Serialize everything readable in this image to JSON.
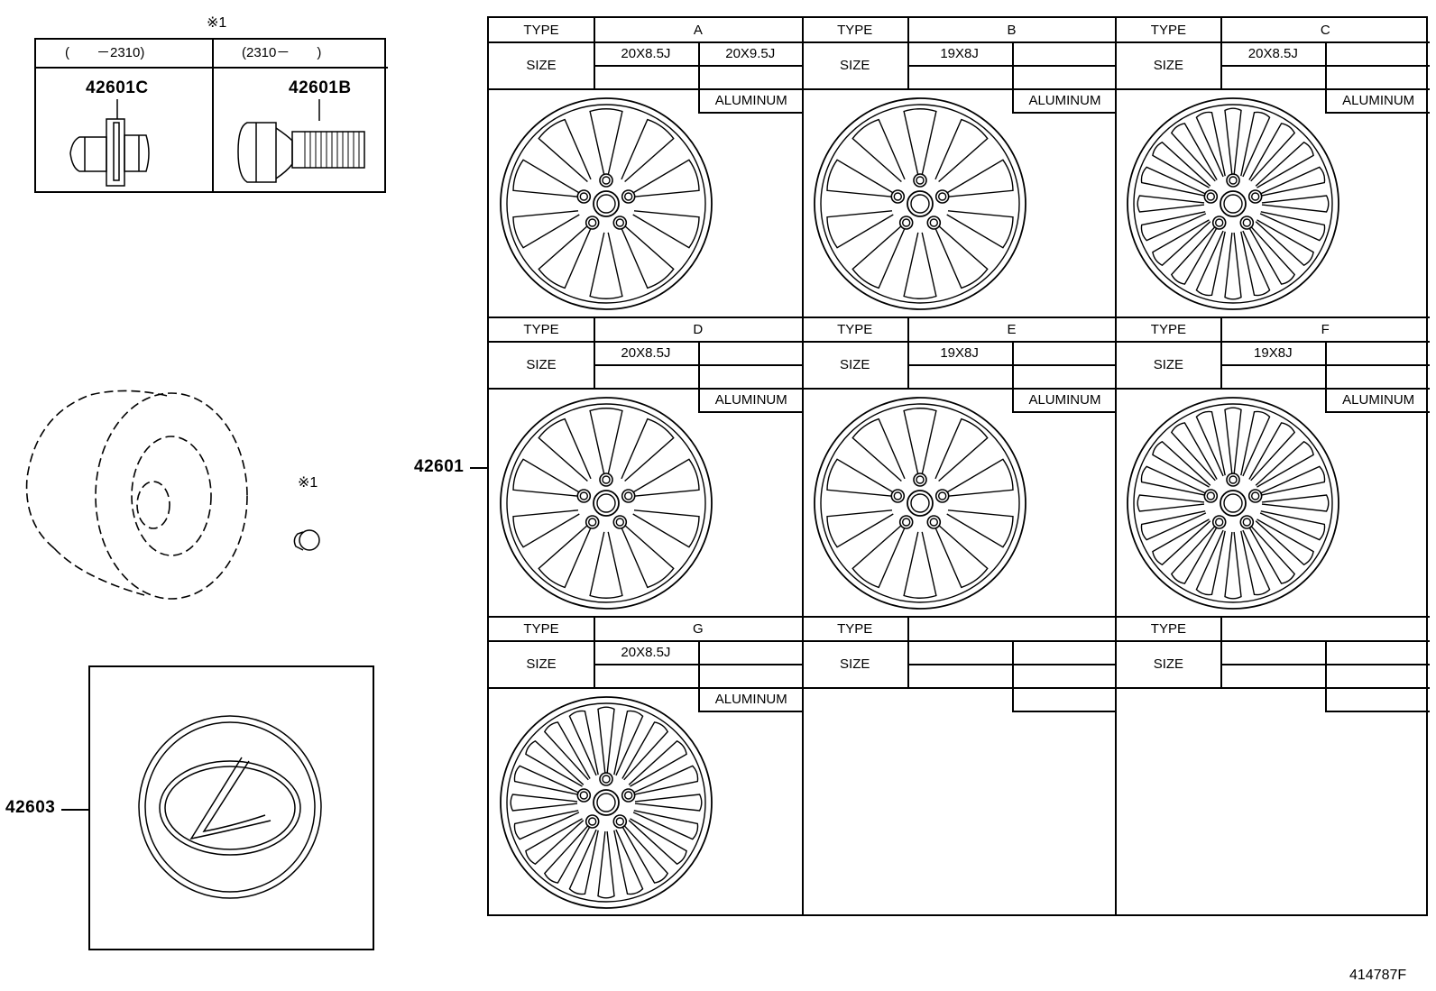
{
  "note_mark": "※1",
  "fastener_box": {
    "col1_range": "(　　－2310)",
    "col2_range": "(2310－　　)",
    "part_left": "42601C",
    "part_right": "42601B"
  },
  "callouts": {
    "wheel": "42601",
    "center_cap": "42603",
    "valve_note": "※1"
  },
  "table": {
    "type_label": "TYPE",
    "size_label": "SIZE",
    "cells": [
      {
        "type": "A",
        "sizes": [
          "20X8.5J",
          "20X9.5J"
        ],
        "material": "ALUMINUM"
      },
      {
        "type": "B",
        "sizes": [
          "19X8J",
          ""
        ],
        "material": "ALUMINUM"
      },
      {
        "type": "C",
        "sizes": [
          "20X8.5J",
          ""
        ],
        "material": "ALUMINUM"
      },
      {
        "type": "D",
        "sizes": [
          "20X8.5J",
          ""
        ],
        "material": "ALUMINUM"
      },
      {
        "type": "E",
        "sizes": [
          "19X8J",
          ""
        ],
        "material": "ALUMINUM"
      },
      {
        "type": "F",
        "sizes": [
          "19X8J",
          ""
        ],
        "material": "ALUMINUM"
      },
      {
        "type": "G",
        "sizes": [
          "20X8.5J",
          ""
        ],
        "material": "ALUMINUM"
      },
      {
        "type": "",
        "sizes": [
          "",
          ""
        ],
        "material": ""
      },
      {
        "type": "",
        "sizes": [
          "",
          ""
        ],
        "material": ""
      }
    ]
  },
  "diagram_id": "414787F"
}
